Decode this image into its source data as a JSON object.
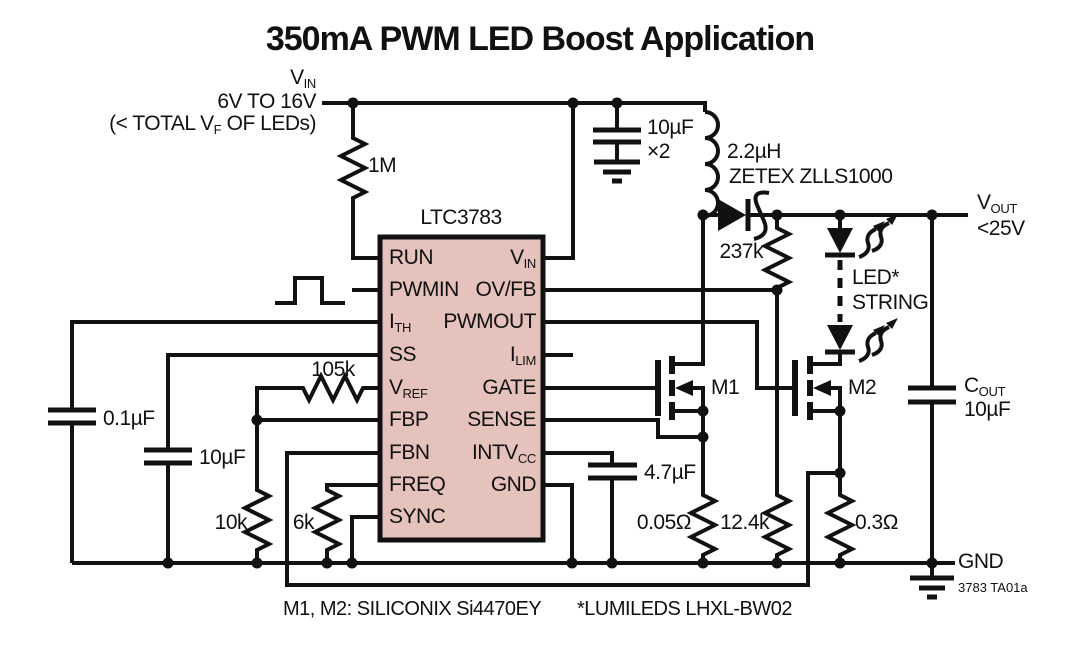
{
  "title": "350mA PWM LED Boost Application",
  "input": {
    "rail": {
      "base": "V",
      "sub": "IN"
    },
    "range": "6V TO 16V",
    "condition": {
      "pre": "(< TOTAL V",
      "sub": "F",
      "post": " OF LEDs)"
    }
  },
  "output": {
    "rail": {
      "base": "V",
      "sub": "OUT"
    },
    "limit": "<25V"
  },
  "ground": {
    "label": "GND",
    "doc_ref": "3783 TA01a"
  },
  "ic": {
    "part": "LTC3783",
    "left_pins": [
      {
        "base": "RUN"
      },
      {
        "base": "PWMIN"
      },
      {
        "base": "I",
        "sub": "TH"
      },
      {
        "base": "SS"
      },
      {
        "base": "V",
        "sub": "REF"
      },
      {
        "base": "FBP"
      },
      {
        "base": "FBN"
      },
      {
        "base": "FREQ"
      },
      {
        "base": "SYNC"
      }
    ],
    "right_pins": [
      {
        "base": "V",
        "sub": "IN"
      },
      {
        "base": "OV/FB"
      },
      {
        "base": "PWMOUT"
      },
      {
        "base": "I",
        "sub": "LIM"
      },
      {
        "base": "GATE"
      },
      {
        "base": "SENSE"
      },
      {
        "base": "INTV",
        "sub": "CC"
      },
      {
        "base": "GND"
      }
    ]
  },
  "components": {
    "r_run": "1M",
    "c_in": {
      "value": "10µF",
      "qty": "×2"
    },
    "inductor": "2.2µH",
    "diode": "ZETEX ZLLS1000",
    "r_ovfb_top": "237k",
    "r_ovfb_bottom": "12.4k",
    "led_string": {
      "line1": "LED*",
      "line2": "STRING"
    },
    "m1": "M1",
    "m2": "M2",
    "c_out": {
      "name": {
        "base": "C",
        "sub": "OUT"
      },
      "value": "10µF"
    },
    "c_ith": "0.1µF",
    "c_ss": "10µF",
    "r_vref": "105k",
    "r_fbp": "10k",
    "r_freq": "6k",
    "c_intvcc": "4.7µF",
    "r_sense_m1": "0.05Ω",
    "r_sense_led": "0.3Ω"
  },
  "notes": {
    "mosfets": "M1, M2: SILICONIX Si4470EY",
    "led": "*LUMILEDS LHXL-BW02"
  },
  "colors": {
    "line": "#111111",
    "ic_fill": "#e5c2bc",
    "background": "#ffffff"
  }
}
